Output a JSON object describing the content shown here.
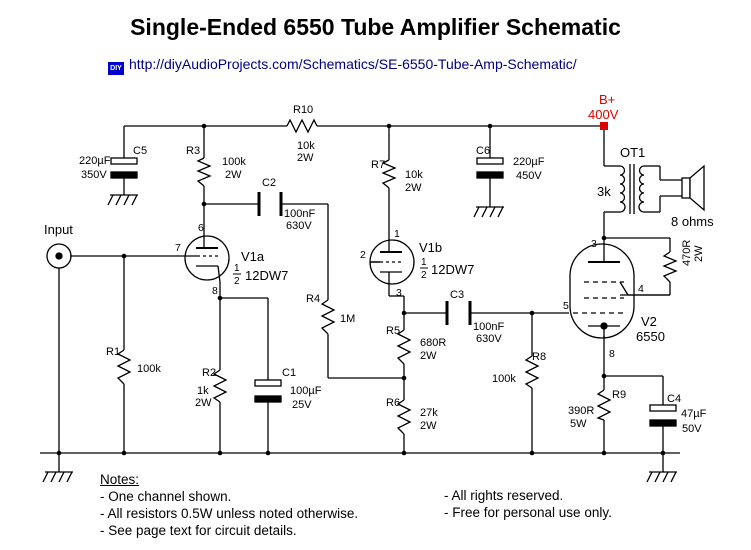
{
  "title": "Single-Ended 6550 Tube Amplifier Schematic",
  "url_badge": "DIY",
  "url": "http://diyAudioProjects.com/Schematics/SE-6550-Tube-Amp-Schematic/",
  "labels": {
    "input": "Input",
    "bplus": "B+",
    "bplus_voltage": "400V",
    "ot1": "OT1",
    "ot_ratio": "3k",
    "ohms": "8 ohms"
  },
  "components": {
    "r10": {
      "name": "R10",
      "value": "10k",
      "power": "2W"
    },
    "r3": {
      "name": "R3",
      "value": "100k",
      "power": "2W"
    },
    "r7": {
      "name": "R7",
      "value": "10k",
      "power": "2W"
    },
    "c5": {
      "name": "C5",
      "value": "220µF",
      "voltage": "350V"
    },
    "c6": {
      "name": "C6",
      "value": "220µF",
      "voltage": "450V"
    },
    "c2": {
      "name": "C2",
      "value": "100nF",
      "voltage": "630V"
    },
    "c3": {
      "name": "C3",
      "value": "100nF",
      "voltage": "630V"
    },
    "r4": {
      "name": "R4",
      "value": "1M"
    },
    "r1": {
      "name": "R1",
      "value": "100k"
    },
    "r2": {
      "name": "R2",
      "value": "1k",
      "power": "2W"
    },
    "c1": {
      "name": "C1",
      "value": "100µF",
      "voltage": "25V"
    },
    "r5": {
      "name": "R5",
      "value": "680R",
      "power": "2W"
    },
    "r6": {
      "name": "R6",
      "value": "27k",
      "power": "2W"
    },
    "r8": {
      "name": "R8",
      "value": "100k"
    },
    "r9": {
      "name": "R9",
      "value": "390R",
      "power": "5W"
    },
    "c4": {
      "name": "C4",
      "value": "47µF",
      "voltage": "50V"
    },
    "r_g2": {
      "value": "470R",
      "power": "2W"
    }
  },
  "tubes": {
    "v1a": {
      "name": "V1a",
      "frac_num": "1",
      "frac_den": "2",
      "type": "12DW7"
    },
    "v1b": {
      "name": "V1b",
      "frac_num": "1",
      "frac_den": "2",
      "type": "12DW7"
    },
    "v2": {
      "name": "V2",
      "type": "6550"
    }
  },
  "pins": {
    "v1a_plate": "6",
    "v1a_grid": "7",
    "v1a_cathode": "8",
    "v1b_plate": "1",
    "v1b_grid": "2",
    "v1b_cathode": "3",
    "v2_plate": "3",
    "v2_g2": "4",
    "v2_grid": "5",
    "v2_cathode": "8"
  },
  "notes": {
    "heading": "Notes:",
    "left": [
      "- One channel shown.",
      "- All resistors 0.5W unless noted otherwise.",
      "- See page text for circuit details."
    ],
    "right": [
      "- All rights reserved.",
      "- Free for personal use only."
    ]
  },
  "colors": {
    "wire": "#000000",
    "bplus": "#dd0000",
    "url": "#000080"
  }
}
